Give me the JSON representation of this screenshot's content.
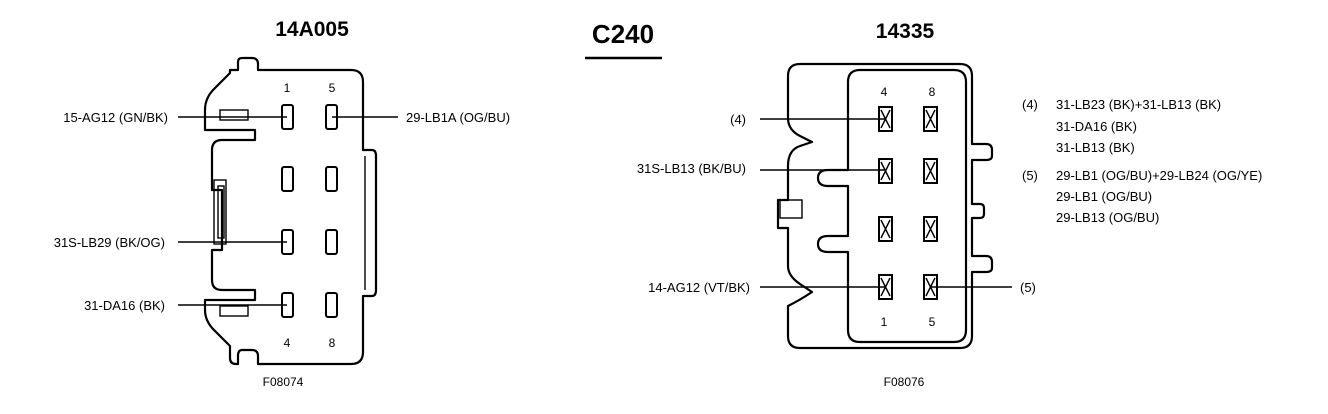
{
  "connector_id": "C240",
  "left": {
    "title": "14A005",
    "figure_id": "F08074",
    "pin_top": [
      "1",
      "5"
    ],
    "pin_bottom": [
      "4",
      "8"
    ],
    "wires": [
      {
        "pin": "1",
        "label": "15-AG12 (GN/BK)"
      },
      {
        "pin": "5",
        "label": "29-LB1A (OG/BU)"
      },
      {
        "pin": "3",
        "label": "31S-LB29 (BK/OG)"
      },
      {
        "pin": "4",
        "label": "31-DA16 (BK)"
      }
    ]
  },
  "right": {
    "title": "14335",
    "figure_id": "F08076",
    "pin_top": [
      "4",
      "8"
    ],
    "pin_bottom": [
      "1",
      "5"
    ],
    "wires": [
      {
        "pin": "4",
        "label": "(4)"
      },
      {
        "pin": "3",
        "label": "31S-LB13 (BK/BU)"
      },
      {
        "pin": "1",
        "label": "14-AG12 (VT/BK)"
      },
      {
        "pin": "5",
        "label": "(5)"
      }
    ],
    "notes": [
      {
        "ref": "(4)",
        "lines": [
          "31-LB23 (BK)+31-LB13 (BK)",
          "31-DA16 (BK)",
          "31-LB13 (BK)"
        ]
      },
      {
        "ref": "(5)",
        "lines": [
          "29-LB1 (OG/BU)+29-LB24 (OG/YE)",
          "29-LB1 (OG/BU)",
          "29-LB13 (OG/BU)"
        ]
      }
    ]
  }
}
